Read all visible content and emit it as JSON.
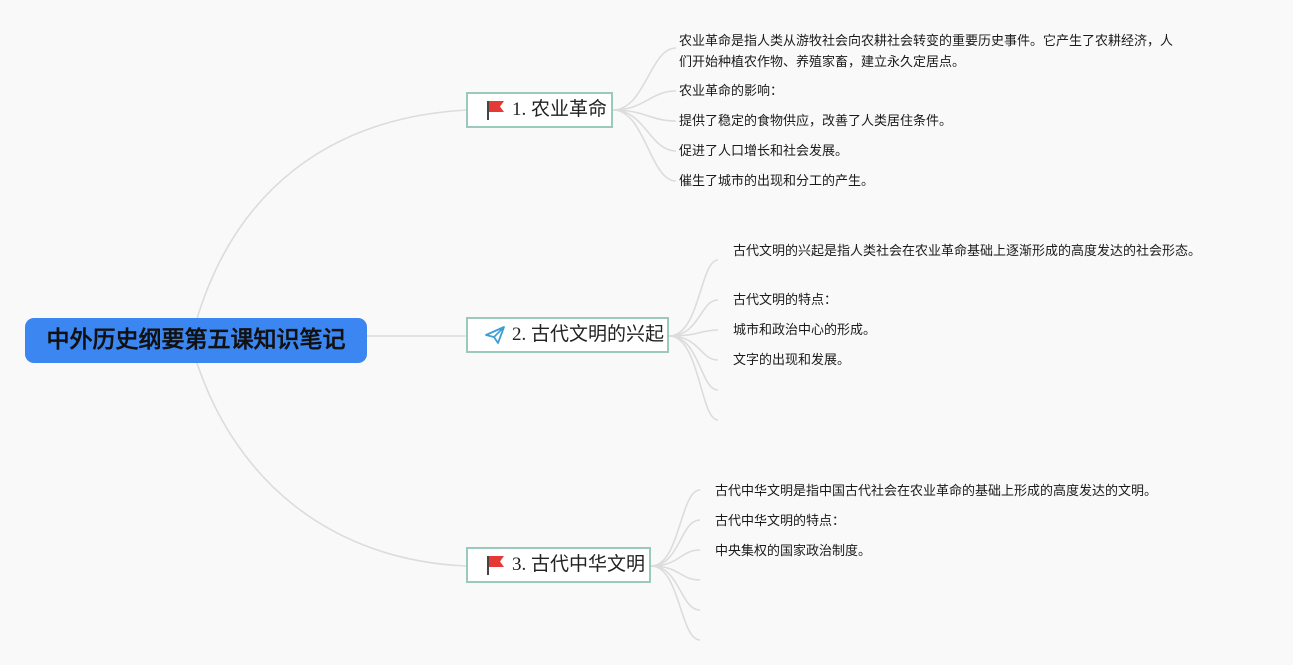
{
  "root": {
    "label": "中外历史纲要第五课知识笔记"
  },
  "branches": [
    {
      "label": "1. 农业革命",
      "icon": "red-flag-icon",
      "notes": [
        "农业革命是指人类从游牧社会向农耕社会转变的重要历史事件。它产生了农耕经济，人们开始种植农作物、养殖家畜，建立永久定居点。",
        "农业革命的影响：",
        "提供了稳定的食物供应，改善了人类居住条件。",
        "促进了人口增长和社会发展。",
        "催生了城市的出现和分工的产生。"
      ]
    },
    {
      "label": "2. 古代文明的兴起",
      "icon": "paper-plane-icon",
      "notes": [
        "古代文明的兴起是指人类社会在农业革命基础上逐渐形成的高度发达的社会形态。",
        "古代文明的特点：",
        "城市和政治中心的形成。",
        "文字的出现和发展。"
      ]
    },
    {
      "label": "3. 古代中华文明",
      "icon": "red-flag-icon",
      "notes": [
        "古代中华文明是指中国古代社会在农业革命的基础上形成的高度发达的文明。",
        "古代中华文明的特点：",
        "中央集权的国家政治制度。"
      ]
    }
  ],
  "colors": {
    "root_fill": "#3b86f0",
    "branch_border": "#9cc9bd",
    "connector": "#dcdcdc",
    "flag": "#e53935",
    "plane": "#3b9fd6",
    "background": "#f9f9f9"
  }
}
